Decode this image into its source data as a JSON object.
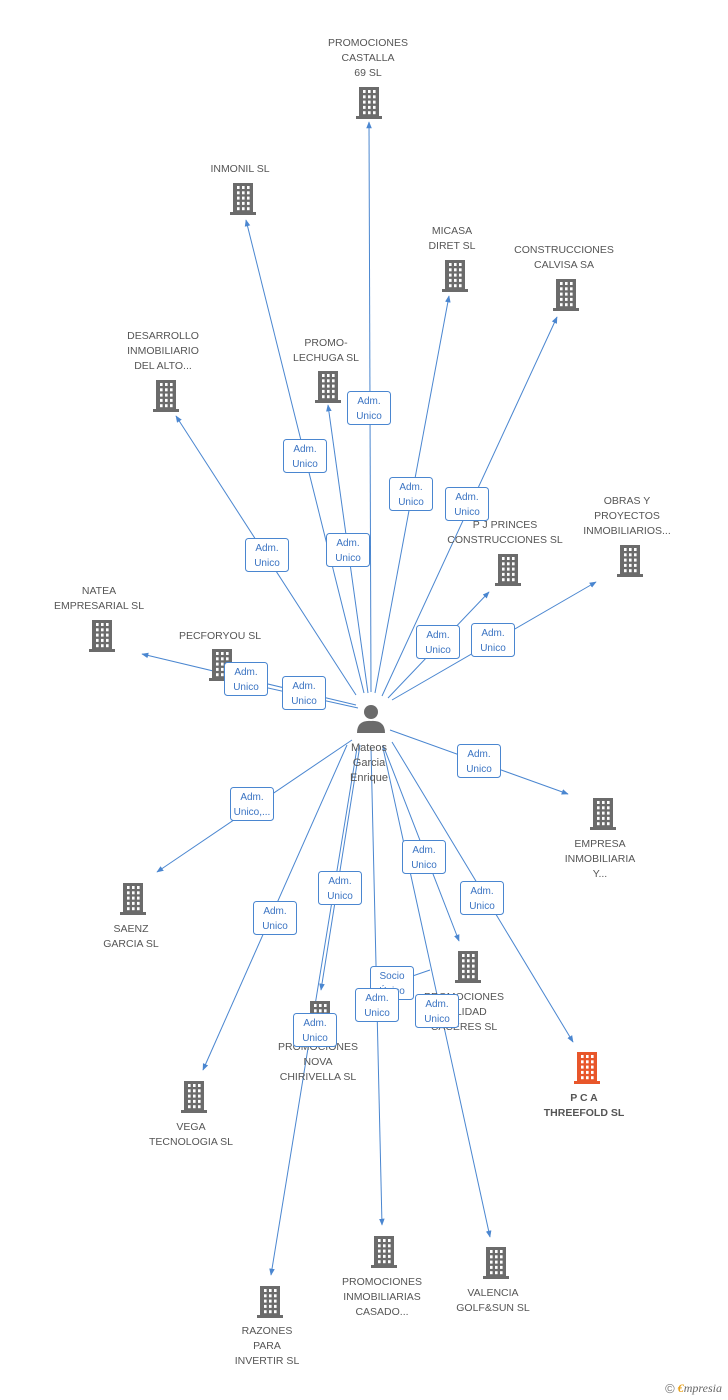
{
  "center": {
    "name_lines": [
      "Mateos",
      "Garcia",
      "Enrique"
    ],
    "icon": "person-icon"
  },
  "colors": {
    "edge": "#4a86d0",
    "building": "#6b6b6b",
    "highlight": "#e8562a"
  },
  "nodes": [
    {
      "id": "castalla",
      "lines": [
        "PROMOCIONES",
        "CASTALLA",
        "69 SL"
      ]
    },
    {
      "id": "inmonil",
      "lines": [
        "INMONIL SL"
      ]
    },
    {
      "id": "micasa",
      "lines": [
        "MICASA",
        "DIRET SL"
      ]
    },
    {
      "id": "calvisa",
      "lines": [
        "CONSTRUCCIONES",
        "CALVISA SA"
      ]
    },
    {
      "id": "desarrollo",
      "lines": [
        "DESARROLLO",
        "INMOBILIARIO",
        "DEL ALTO..."
      ]
    },
    {
      "id": "lechuga",
      "lines": [
        "PROMO-",
        "LECHUGA SL"
      ]
    },
    {
      "id": "obras",
      "lines": [
        "OBRAS Y",
        "PROYECTOS",
        "INMOBILIARIOS..."
      ]
    },
    {
      "id": "princes",
      "lines": [
        "P J PRINCES",
        "CONSTRUCCIONES SL"
      ]
    },
    {
      "id": "natea",
      "lines": [
        "NATEA",
        "EMPRESARIAL SL"
      ]
    },
    {
      "id": "pecforyou",
      "lines": [
        "PECFORYOU SL"
      ]
    },
    {
      "id": "empresa",
      "lines": [
        "EMPRESA",
        "INMOBILIARIA",
        "Y..."
      ]
    },
    {
      "id": "saenz",
      "lines": [
        "SAENZ",
        "GARCIA SL"
      ]
    },
    {
      "id": "calidad",
      "lines": [
        "PROMOCIONES",
        "CALIDAD",
        "CACERES SL"
      ]
    },
    {
      "id": "pca",
      "lines": [
        "P C A",
        "THREEFOLD SL"
      ],
      "highlight": true
    },
    {
      "id": "nova",
      "lines": [
        "PROMOCIONES",
        "NOVA",
        "CHIRIVELLA SL"
      ]
    },
    {
      "id": "vega",
      "lines": [
        "VEGA",
        "TECNOLOGIA SL"
      ]
    },
    {
      "id": "casado",
      "lines": [
        "PROMOCIONES",
        "INMOBILIARIAS",
        "CASADO..."
      ]
    },
    {
      "id": "valencia",
      "lines": [
        "VALENCIA",
        "GOLF&SUN SL"
      ]
    },
    {
      "id": "razones",
      "lines": [
        "RAZONES",
        "PARA",
        "INVERTIR SL"
      ]
    }
  ],
  "edges": [
    {
      "to": "castalla",
      "label": [
        "Adm.",
        "Unico"
      ]
    },
    {
      "to": "inmonil",
      "label": [
        "Adm.",
        "Unico"
      ]
    },
    {
      "to": "micasa",
      "label": [
        "Adm.",
        "Unico"
      ]
    },
    {
      "to": "calvisa",
      "label": [
        "Adm.",
        "Unico"
      ]
    },
    {
      "to": "desarrollo",
      "label": [
        "Adm.",
        "Unico"
      ]
    },
    {
      "to": "lechuga",
      "label": [
        "Adm.",
        "Unico"
      ]
    },
    {
      "to": "obras",
      "label": [
        "Adm.",
        "Unico"
      ]
    },
    {
      "to": "princes",
      "label": [
        "Adm.",
        "Unico"
      ]
    },
    {
      "to": "natea",
      "label": [
        "Adm.",
        "Unico"
      ]
    },
    {
      "to": "pecforyou",
      "label": [
        "Adm.",
        "Unico"
      ]
    },
    {
      "to": "empresa",
      "label": [
        "Adm.",
        "Unico"
      ]
    },
    {
      "to": "saenz",
      "label": [
        "Adm.",
        "Unico,..."
      ]
    },
    {
      "to": "calidad",
      "label": [
        "Adm.",
        "Unico"
      ]
    },
    {
      "to": "calidad",
      "label": [
        "Socio",
        "Único"
      ]
    },
    {
      "to": "pca",
      "label": [
        "Adm.",
        "Unico"
      ]
    },
    {
      "to": "nova",
      "label": [
        "Adm.",
        "Unico"
      ]
    },
    {
      "to": "vega",
      "label": [
        "Adm.",
        "Unico"
      ]
    },
    {
      "to": "casado",
      "label": [
        "Adm.",
        "Unico"
      ]
    },
    {
      "to": "valencia",
      "label": [
        "Adm.",
        "Unico"
      ]
    },
    {
      "to": "razones",
      "label": [
        "Adm.",
        "Unico"
      ]
    }
  ],
  "footer": {
    "copyright": "©",
    "brand_e": "€",
    "brand_rest": "mpresia"
  }
}
